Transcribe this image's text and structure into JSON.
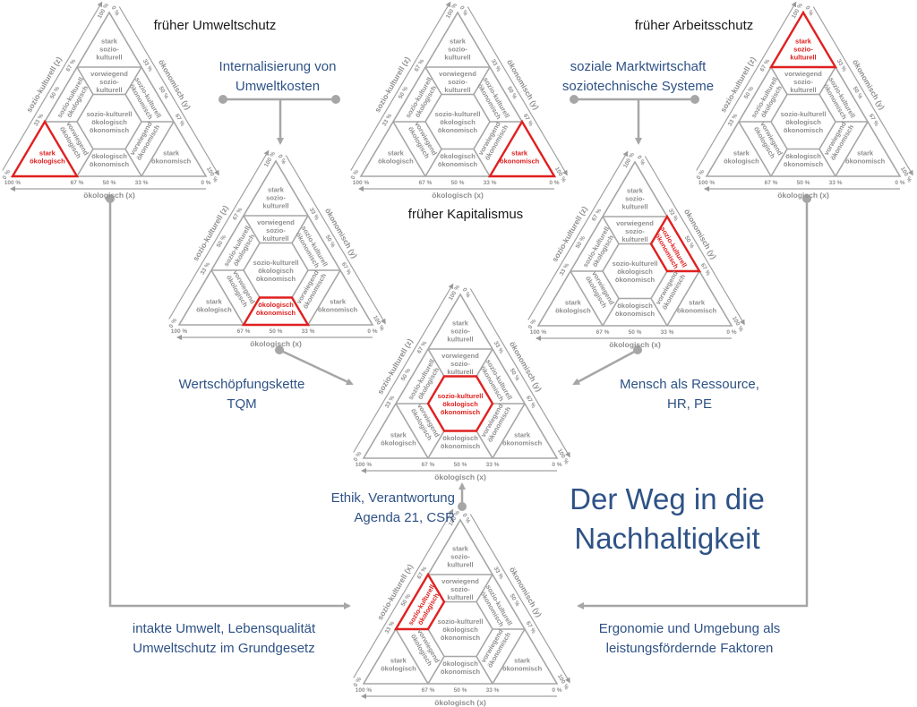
{
  "colors": {
    "line": "#a6a6a6",
    "highlight": "#e02020",
    "text_blue": "#2e5286",
    "label_gray": "#8f8f8f"
  },
  "title": [
    "Der Weg in die",
    "Nachhaltigkeit"
  ],
  "stage_titles": {
    "umweltschutz": "früher Umweltschutz",
    "arbeitsschutz": "früher Arbeitsschutz",
    "kapitalismus": "früher Kapitalismus"
  },
  "connectors": {
    "umweltkosten": [
      "Internalisierung von",
      "Umweltkosten"
    ],
    "marktwirtschaft": [
      "soziale Marktwirtschaft",
      "soziotechnische Systeme"
    ],
    "wertschoepfung": [
      "Wertschöpfungskette",
      "TQM"
    ],
    "mensch": [
      "Mensch als Ressource,",
      "HR, PE"
    ],
    "ethik": [
      "Ethik, Verantwortung",
      "Agenda 21, CSR"
    ],
    "umwelt": [
      "intakte Umwelt, Lebensqualität",
      "Umweltschutz im Grundgesetz"
    ],
    "ergonomie": [
      "Ergonomie und Umgebung als",
      "leistungsfördernde Faktoren"
    ]
  },
  "region_labels": {
    "stark_z": [
      "stark",
      "sozio-",
      "kulturell"
    ],
    "stark_x": [
      "stark",
      "ökologisch"
    ],
    "stark_y": [
      "stark",
      "ökonomisch"
    ],
    "vorw_z": [
      "vorwiegend",
      "sozio-",
      "kulturell"
    ],
    "vorw_x": [
      "vorwiegend",
      "ökologisch"
    ],
    "vorw_y": [
      "vorwiegend",
      "ökonomisch"
    ],
    "pair_xz": [
      "sozio-kulturell",
      "ökologisch"
    ],
    "pair_yz": [
      "sozio-kulturell",
      "ökonomisch"
    ],
    "pair_xy": [
      "ökologisch",
      "ökonomisch"
    ],
    "hex": [
      "sozio-kulturell",
      "ökologisch",
      "ökonomisch"
    ]
  },
  "axis": {
    "x_label": "ökologisch (x)",
    "y_label": "ökonomisch (y)",
    "x_ticks": [
      "100 %",
      "67 %",
      "50 %",
      "33 %",
      "0 %"
    ],
    "y_ticks": [
      "0 %",
      "33 %",
      "50 %",
      "67 %",
      "100 %"
    ],
    "z_ticks": [
      "0 %",
      "33 %",
      "50 %",
      "67 %",
      "100 %"
    ]
  },
  "triangles": [
    {
      "id": "umweltschutz",
      "highlight": "stark_x",
      "z_label": "sozio-kulturell (z)"
    },
    {
      "id": "umweltkosten",
      "highlight": "pair_xy",
      "z_label": "sozio-kulturell (z)"
    },
    {
      "id": "oekonomisch",
      "highlight": "stark_y",
      "z_label": "sozio-kulturell (z)"
    },
    {
      "id": "arbeitsschutz",
      "highlight": "stark_z",
      "z_label": "sozio-kulturell (z)"
    },
    {
      "id": "marktwirtschaft",
      "highlight": "pair_yz",
      "z_label": "sozio-kulturell (z)"
    },
    {
      "id": "nachhaltigkeit",
      "highlight": "hex",
      "z_label": "sozio-kulturell (z)"
    },
    {
      "id": "umwelt",
      "highlight": "pair_xz",
      "z_label": "sozio-kulturell (x)"
    }
  ]
}
